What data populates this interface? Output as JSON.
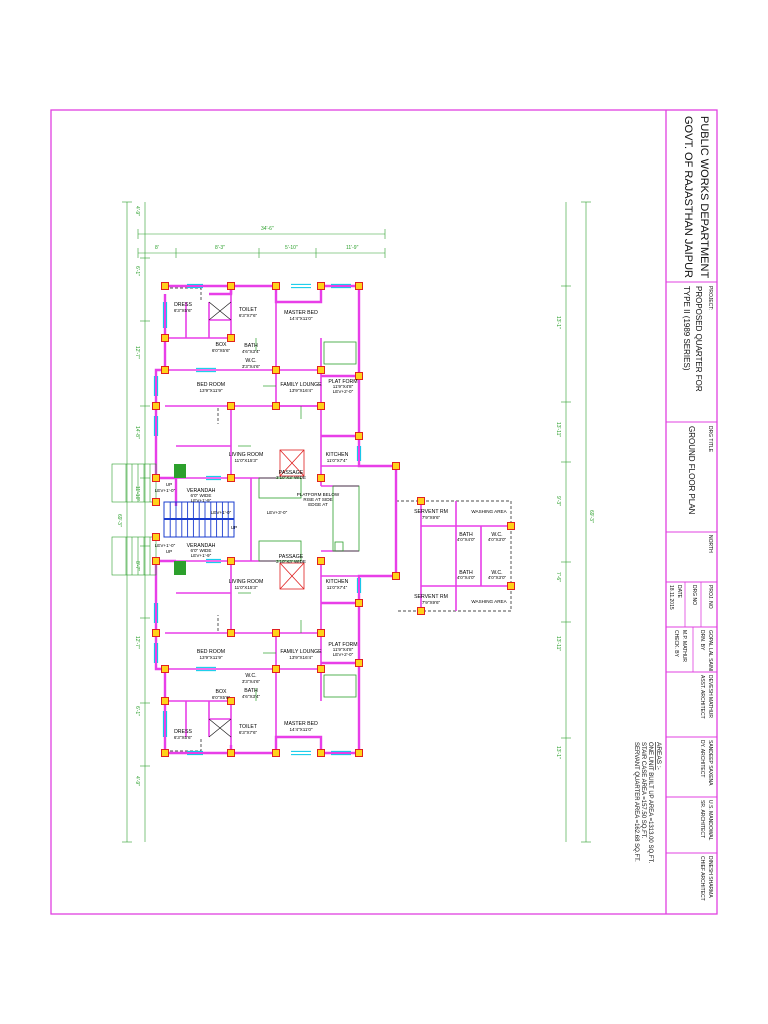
{
  "title_block": {
    "department_line1": "PUBLIC WORKS DEPARTMENT",
    "department_line2": "GOVT. OF RAJASTHAN JAIPUR",
    "project_caption": "PROJECT:",
    "project_line1": "PROPOSED QUARTER FOR",
    "project_line2": "TYPE II (1989 SERIES)",
    "drg_title_caption": "DRG TITLE",
    "drg_title": "GROUND FLOOR PLAN",
    "north_caption": "NORTH",
    "proj_no": "PROJ. NO",
    "drg_no": "DRG NO",
    "date_caption": "DATE",
    "date": "18.11.2015",
    "drawn_name": "GOPAL LAL SAINI",
    "drawn_role": "DRN. BY",
    "checked_name": "M.P. MATHUR",
    "checked_role": "CHECK. BY",
    "sig1_name": "DEVESH MATHUR",
    "sig1_role": "ASST. ARCHITECT",
    "sig2_name": "SANDEEP SAXENA",
    "sig2_role": "DY. ARCHITECT",
    "sig3_name": "U.S. MANDOWAL",
    "sig3_role": "SR. ARCHITECT",
    "sig4_name": "DINESH SHARMA",
    "sig4_role": "CHIEF ARCHITECT"
  },
  "areas": {
    "heading": "AREAS :-",
    "line1": "ONE UNIT BUILT UP AREA =1313.00 SQ.FT.",
    "line2": "STAIR CASE AREA =157.50 SQ.FT.",
    "line3": "SERVANT QUARTER AREA =162.68 SQ.FT."
  },
  "dimensions": {
    "overall_width": "34'-6\"",
    "overall_height": "69'-3\"",
    "col1": "8'",
    "col2": "8'-3\"",
    "col3": "5'-10\"",
    "col4": "11'-9\"",
    "row_dims": [
      "4'-9\"",
      "6'-1\"",
      "12'-7\"",
      "14'-8\"",
      "11'-10\"",
      "8'-7\""
    ],
    "right_dims": [
      "13'-1\"",
      "13'-11\"",
      "7'-6\"",
      "9'-3\""
    ]
  },
  "rooms": {
    "left_unit": {
      "dress": {
        "name": "DRESS",
        "size": "6'3\"X5'6\""
      },
      "toilet": {
        "name": "TOILET",
        "size": "6'3\"X7'6\""
      },
      "bath": {
        "name": "BATH",
        "size": "4'6\"X3'4\""
      },
      "wc": {
        "name": "W.C.",
        "size": "3'3\"X4'6\""
      },
      "box": {
        "name": "BOX",
        "size": "6'0\"X5'6\""
      },
      "master_bed": {
        "name": "MASTER BED",
        "size": "14'4\"X11'0\""
      },
      "family_lounge": {
        "name": "FAMILY LOUNGE",
        "size": "13'9\"X16'4\""
      },
      "bed_room": {
        "name": "BED ROOM",
        "size": "13'9\"X11'9\""
      },
      "plat_form": {
        "name": "PLAT FORM",
        "size": "11'9\"X4'8\"",
        "level": "LEV+2'-0\""
      },
      "kitchen": {
        "name": "KITCHEN",
        "size": "11'0\"X7'4\""
      },
      "passage": {
        "name": "PASSAGE",
        "size": "3'10\"X3' WIDE"
      },
      "living_room": {
        "name": "LIVING ROOM",
        "size": "11'0\"X15'3\""
      },
      "verandah": {
        "name": "VERANDAH",
        "size": "6'0\" WIDE",
        "level": "LEV+1'-9\""
      },
      "entry_level": "LEV+1'-0\"",
      "up": "UP"
    },
    "right_unit": {
      "dress": {
        "name": "DRESS",
        "size": "6'3\"X5'6\""
      },
      "toilet": {
        "name": "TOILET",
        "size": "6'3\"X7'6\""
      },
      "bath": {
        "name": "BATH",
        "size": "4'6\"X3'4\""
      },
      "wc": {
        "name": "W.C.",
        "size": "3'3\"X4'6\""
      },
      "box": {
        "name": "BOX",
        "size": "6'0\"X5'6\""
      },
      "master_bed": {
        "name": "MASTER BED",
        "size": "14'4\"X11'0\""
      },
      "family_lounge": {
        "name": "FAMILY LOUNGE",
        "size": "13'9\"X16'4\""
      },
      "bed_room": {
        "name": "BED ROOM",
        "size": "13'9\"X11'9\""
      },
      "plat_form": {
        "name": "PLAT FORM",
        "size": "11'9\"X4'8\"",
        "level": "LEV+2'-0\""
      },
      "kitchen": {
        "name": "KITCHEN",
        "size": "11'0\"X7'4\""
      },
      "passage": {
        "name": "PASSAGE",
        "size": "3'10\"X3' WIDE"
      },
      "living_room": {
        "name": "LIVING ROOM",
        "size": "11'0\"X15'3\""
      },
      "verandah": {
        "name": "VERANDAH",
        "size": "6'0\" WIDE",
        "level": "LEV+1'-9\""
      },
      "entry_level": "LEV+1'-0\"",
      "up": "UP"
    },
    "center": {
      "stair_level": "LEV+1'-0\"",
      "stair_up": "UP",
      "lobby_level": "LEV+3'-0\"",
      "note_line1": "PLATFORM BELOW",
      "note_line2": "RISE AT SIDE",
      "note_line3": "EDGE AT",
      "servent_rm1": {
        "name": "SERVENT RM",
        "size": "7'9\"X9'6\""
      },
      "servent_rm2": {
        "name": "SERVENT RM",
        "size": "7'9\"X9'6\""
      },
      "sq_bath1": {
        "name": "BATH",
        "size": "4'0\"X4'0\""
      },
      "sq_wc1": {
        "name": "W.C.",
        "size": "4'0\"X3'0\""
      },
      "sq_bath2": {
        "name": "BATH",
        "size": "4'0\"X4'0\""
      },
      "sq_wc2": {
        "name": "W.C.",
        "size": "4'0\"X3'0\""
      },
      "washing1": "WASHING AREA",
      "washing2": "WASHING AREA"
    }
  },
  "colors": {
    "border": "#e040e0",
    "wall": "#e83ee8",
    "window": "#00c8e8",
    "dimension": "#2ca02c",
    "column_fill": "#ffd21a",
    "column_edge": "#e02020",
    "stair": "#1a3ccf",
    "hatch": "#e01f1f",
    "text": "#111111"
  }
}
